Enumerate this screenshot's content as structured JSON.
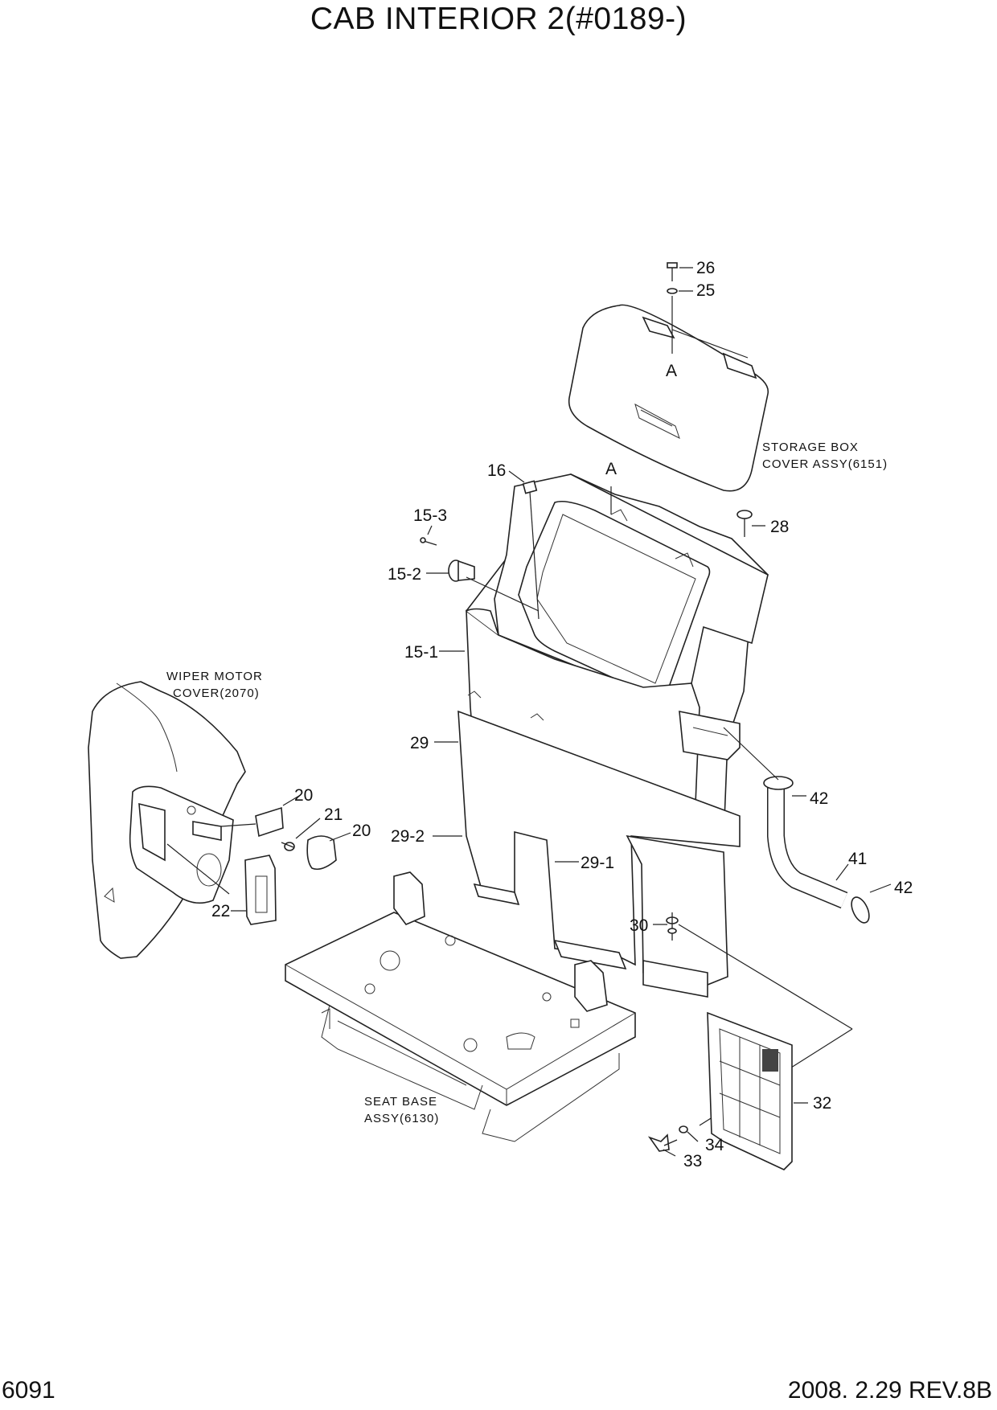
{
  "title": "CAB INTERIOR 2(#0189-)",
  "page_number": "6091",
  "revision": "2008. 2.29 REV.8B",
  "assemblies": {
    "storage_box_line1": "STORAGE BOX",
    "storage_box_line2": "COVER ASSY(6151)",
    "wiper_motor_line1": "WIPER MOTOR",
    "wiper_motor_line2": "COVER(2070)",
    "seat_base_line1": "SEAT BASE",
    "seat_base_line2": "ASSY(6130)"
  },
  "callouts": {
    "c26": "26",
    "c25": "25",
    "cA1": "A",
    "cA2": "A",
    "c16": "16",
    "c15_3": "15-3",
    "c15_2": "15-2",
    "c15_1": "15-1",
    "c28": "28",
    "c29": "29",
    "c29_2": "29-2",
    "c29_1": "29-1",
    "c30": "30",
    "c20a": "20",
    "c21": "21",
    "c20b": "20",
    "c22": "22",
    "c42a": "42",
    "c41": "41",
    "c42b": "42",
    "c32": "32",
    "c34": "34",
    "c33": "33"
  }
}
